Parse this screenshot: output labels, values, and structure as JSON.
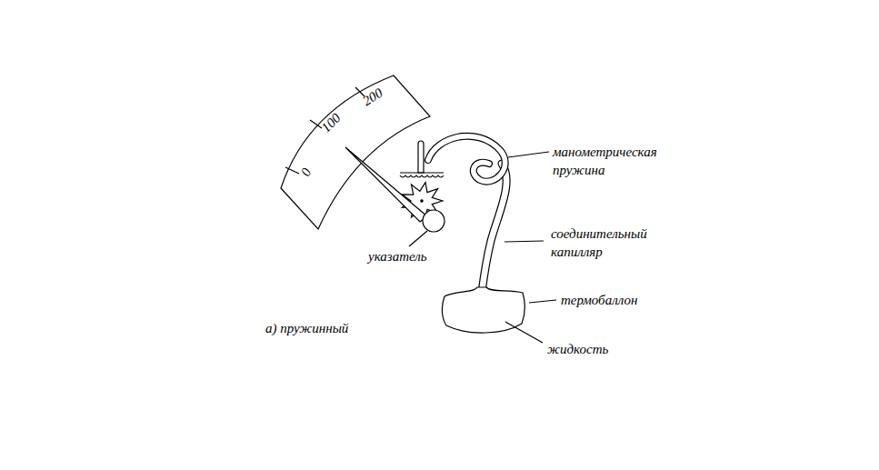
{
  "diagram": {
    "labels": [
      "0",
      "100",
      "200",
      "манометрическая пружина",
      "соединительный капилляр",
      "термобаллон",
      "жидкость",
      "указатель",
      "а) пружинный"
    ]
  }
}
